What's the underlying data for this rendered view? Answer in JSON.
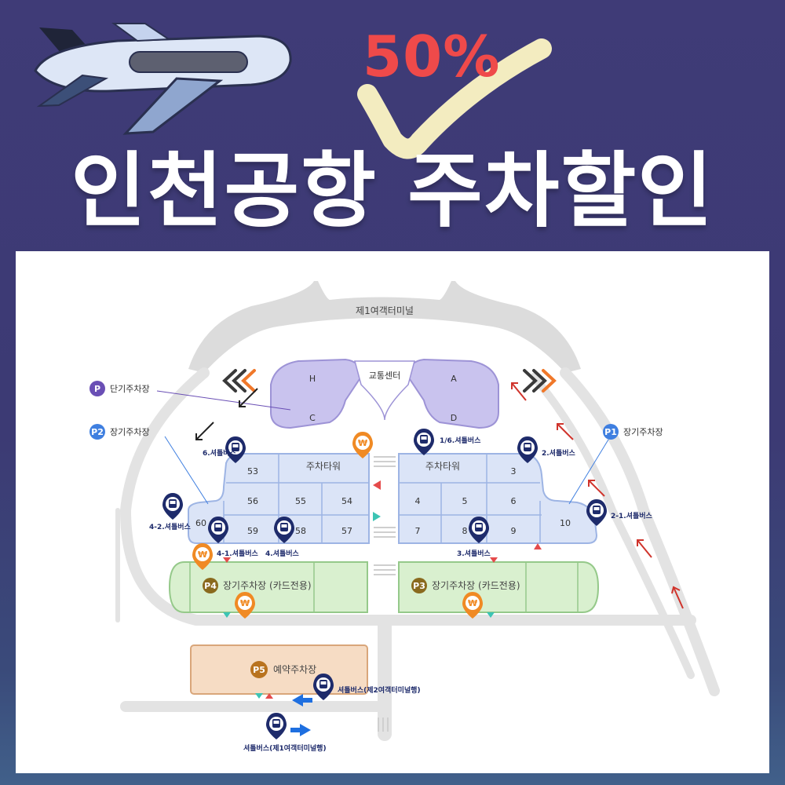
{
  "banner": {
    "title": "인천공항 주차할인",
    "discount": "50%"
  },
  "colors": {
    "background": "#3f3b77",
    "title": "#ffffff",
    "discount": "#ef4a4a",
    "check_mark": "#f3ecc0",
    "short_term_area": "#c9c3ee",
    "p1_p2_area": "#dbe4f7",
    "card_only_area": "#d9f0cf",
    "reservation_area": "#f6dcc4",
    "road": "#e3e3e3",
    "badge_p": "#6a4fb5",
    "badge_p1_p2": "#3f7fe0",
    "badge_p3_p4": "#8a6a1e",
    "badge_p5": "#b9731f",
    "shuttle_pin": "#1e2b6b",
    "payment_pin": "#f08a24"
  },
  "map": {
    "terminal": "제1여객터미널",
    "transport_center": "교통센터",
    "short_term_sections": [
      "H",
      "A",
      "C",
      "D"
    ],
    "parking_tower": "주차타워",
    "left_sections": [
      "53",
      "56",
      "55",
      "54",
      "60",
      "59",
      "58",
      "57"
    ],
    "right_sections": [
      "3",
      "4",
      "5",
      "6",
      "10",
      "7",
      "8",
      "9"
    ],
    "legend": {
      "p": {
        "badge": "P",
        "label": "단기주차장"
      },
      "p1": {
        "badge": "P1",
        "label": "장기주차장"
      },
      "p2": {
        "badge": "P2",
        "label": "장기주차장"
      }
    },
    "lots": {
      "p3": {
        "badge": "P3",
        "label": "장기주차장 (카드전용)"
      },
      "p4": {
        "badge": "P4",
        "label": "장기주차장 (카드전용)"
      },
      "p5": {
        "badge": "P5",
        "label": "예약주차장"
      }
    },
    "shuttle_stops": {
      "s6": "6.셔틀버스",
      "s1_6": "1/6.셔틀버스",
      "s2": "2.셔틀버스",
      "s4_2": "4-2.셔틀버스",
      "s2_1": "2-1.셔틀버스",
      "s4_1": "4-1.셔틀버스",
      "s4": "4.셔틀버스",
      "s3": "3.셔틀버스",
      "t2": "셔틀버스(제2여객터미널행)",
      "t1": "셔틀버스(제1여객터미널행)"
    },
    "payment_icon": "won-sign-icon",
    "shuttle_icon": "bus-icon"
  }
}
